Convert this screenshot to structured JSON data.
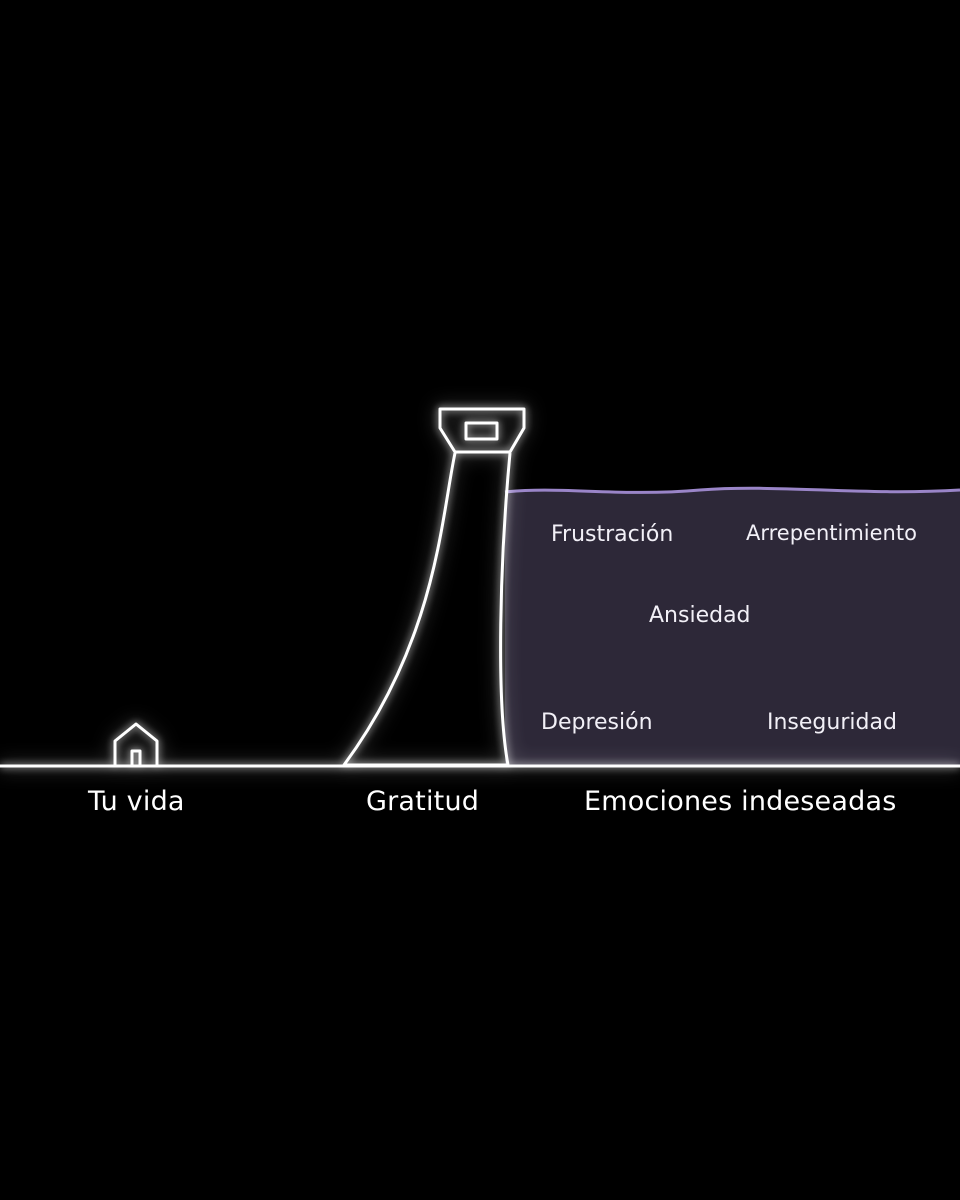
{
  "colors": {
    "background": "#000000",
    "line": "#ffffff",
    "water_fill": "#2d2838",
    "water_edge": "#9a85c8"
  },
  "labels": {
    "life": "Tu vida",
    "gratitude": "Gratitud",
    "unwanted_emotions": "Emociones indeseadas"
  },
  "emotions": {
    "frustration": "Frustración",
    "regret": "Arrepentimiento",
    "anxiety": "Ansiedad",
    "depression": "Depresión",
    "insecurity": "Inseguridad"
  },
  "icons": {
    "house": "house-icon",
    "dam": "dam-tower-icon"
  }
}
